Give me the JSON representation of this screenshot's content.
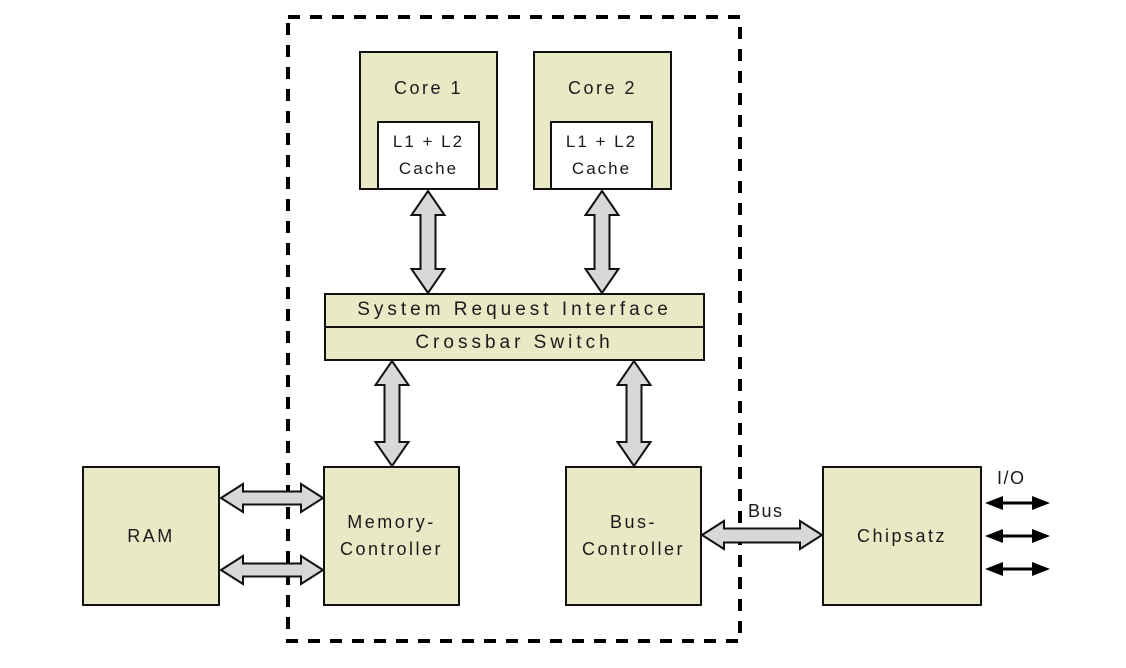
{
  "nodes": {
    "core1": "Core 1",
    "core2": "Core 2",
    "cache1": "L1 + L2\nCache",
    "cache2": "L1 + L2\nCache",
    "system_request_interface": "System Request Interface",
    "crossbar_switch": "Crossbar Switch",
    "ram": "RAM",
    "memory_controller": "Memory-\nController",
    "bus_controller": "Bus-\nController",
    "chipsatz": "Chipsatz"
  },
  "labels": {
    "bus": "Bus",
    "io": "I/O"
  },
  "colors": {
    "box_fill": "#e9e9c6",
    "cache_fill": "#ffffff",
    "arrow_fill": "#d8d8d8",
    "line": "#000000",
    "background": "#ffffff"
  },
  "edges": [
    {
      "from": "cache1",
      "to": "system_request_interface",
      "type": "fat-double-arrow"
    },
    {
      "from": "cache2",
      "to": "system_request_interface",
      "type": "fat-double-arrow"
    },
    {
      "from": "crossbar_switch",
      "to": "memory_controller",
      "type": "fat-double-arrow"
    },
    {
      "from": "crossbar_switch",
      "to": "bus_controller",
      "type": "fat-double-arrow"
    },
    {
      "from": "ram",
      "to": "memory_controller",
      "type": "fat-double-arrow"
    },
    {
      "from": "ram",
      "to": "memory_controller",
      "type": "fat-double-arrow"
    },
    {
      "from": "bus_controller",
      "to": "chipsatz",
      "type": "fat-double-arrow",
      "label": "Bus"
    },
    {
      "from": "chipsatz",
      "to": "io",
      "type": "thin-double-arrow"
    },
    {
      "from": "chipsatz",
      "to": "io",
      "type": "thin-double-arrow"
    },
    {
      "from": "chipsatz",
      "to": "io",
      "type": "thin-double-arrow"
    }
  ],
  "boundary": {
    "name": "cpu-package",
    "style": "dashed"
  }
}
